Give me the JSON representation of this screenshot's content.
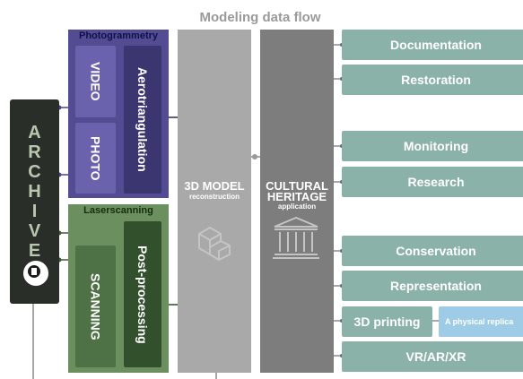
{
  "title": "Modeling data flow",
  "archive": {
    "label": "A\nR\nC\nH\nI\nV\nE",
    "icon": "archive-document-icon"
  },
  "photogrammetry": {
    "label": "Photogrammetry",
    "items": [
      "VIDEO",
      "PHOTO"
    ],
    "process": "Aerotriangulation"
  },
  "laserscanning": {
    "label": "Laserscanning",
    "items": [
      "SCANNING"
    ],
    "process": "Post-processing"
  },
  "model": {
    "title": "3D MODEL",
    "subtitle": "reconstruction",
    "icon": "cube-3d-icon"
  },
  "heritage": {
    "title_line1": "CULTURAL",
    "title_line2": "HERITAGE",
    "subtitle": "application",
    "icon": "museum-icon"
  },
  "outputs": {
    "documentation": "Documentation",
    "restoration": "Restoration",
    "monitoring": "Monitoring",
    "research": "Research",
    "conservation": "Conservation",
    "representation": "Representation",
    "printing": "3D printing",
    "physical_replica": "A physical replica",
    "vr": "VR/AR/XR"
  },
  "colors": {
    "archive": "#2a2e28",
    "photogrammetry": "#544c93",
    "laserscanning": "#6b8f5f",
    "model": "#a9a9a9",
    "heritage": "#7d7d7d",
    "outputs": "#8bb2a8",
    "replica": "#9ecbe6"
  }
}
